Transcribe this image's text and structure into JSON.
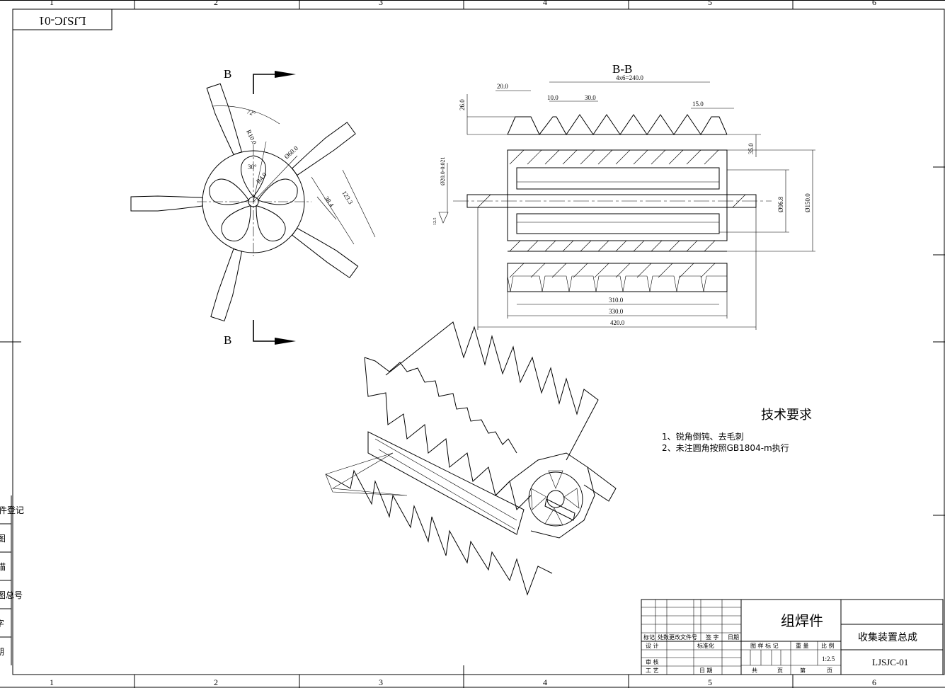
{
  "frame": {
    "zone_labels_top": [
      "1",
      "2",
      "3",
      "4",
      "5",
      "6"
    ],
    "zone_labels_bottom": [
      "1",
      "2",
      "3",
      "4",
      "5",
      "6"
    ],
    "stamp_code": "LJSJC-01"
  },
  "side_stamp": [
    "件登记",
    "图",
    "描",
    "图总号",
    "字",
    "期"
  ],
  "front_view": {
    "section_mark_top": "B",
    "section_mark_bottom": "B",
    "dim_angle_72": "72°",
    "dim_r10": "R10.0",
    "dim_d60": "Ø60.0",
    "dim_angle_30": "30°",
    "dim_r4": "R4.0",
    "dim_38": "38.4",
    "dim_123": "123.3"
  },
  "section_view": {
    "title": "B-B",
    "pitch_label": "4x6=240.0",
    "dim_20": "20.0",
    "dim_10": "10.0",
    "dim_30": "30.0",
    "dim_15": "15.0",
    "dim_26": "26.0",
    "dim_35": "35.0",
    "dim_shaft": "Ø20.0-0.021",
    "dim_96": "Ø96.8",
    "dim_150": "Ø150.0",
    "dim_310": "310.0",
    "dim_330": "330.0",
    "dim_420": "420.0",
    "roughness": "12.5"
  },
  "tech_requirements": {
    "heading": "技术要求",
    "items": [
      "1、锐角倒钝、去毛刺",
      "2、未注圆角按照GB1804-m执行"
    ]
  },
  "title_block": {
    "part_name": "组焊件",
    "assembly_name": "收集装置总成",
    "drawing_no": "LJSJC-01",
    "scale": "1:2.5",
    "rev_headers": [
      "标记",
      "处数",
      "更改文件号",
      "签 字",
      "日期"
    ],
    "design": "设 计",
    "standardize": "标准化",
    "review": "审 核",
    "process": "工 艺",
    "date": "日 期",
    "stage_mark": "图 样 标 记",
    "weight": "重 量",
    "scale_label": "比 例",
    "sheets_total": "共",
    "sheet_page": "页",
    "sheet_no": "第",
    "sheet_page2": "页"
  }
}
